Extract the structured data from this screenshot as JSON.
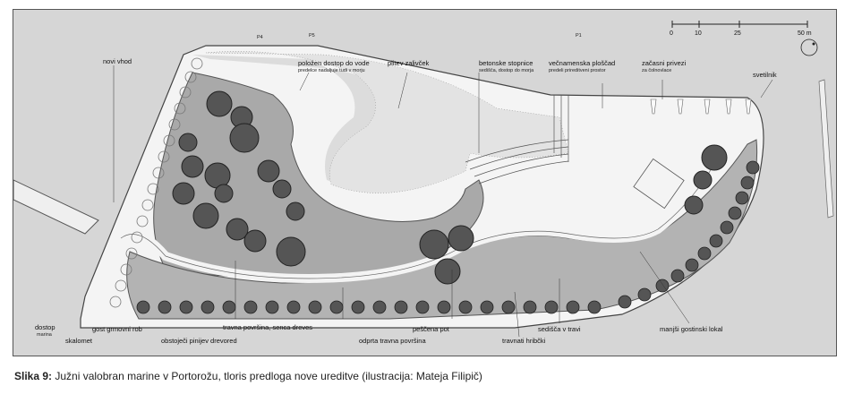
{
  "figure": {
    "labels": {
      "novi_vhod": "novi vhod",
      "polozen_dostop": "položen dostop do vode",
      "polozen_dostop_sub": "predelce nadaljuje tudi v morju",
      "pitev_zalivcek": "plitev zalivček",
      "betonske_stopnice": "betonske stopnice",
      "betonske_stopnice_sub": "sedišča, dostop do morja",
      "vecnamenska_ploscad": "večnamenska ploščad",
      "vecnamenska_ploscad_sub": "predeli prireditveni prostor",
      "zacasni_privezi": "začasni privezi",
      "zacasni_privezi_sub": "za čolnovlace",
      "svetilnik": "svetilnik",
      "dostop_marina": "dostop",
      "dostop_marina_sub": "marina",
      "gost_grmovni_rob": "gost grmovni rob",
      "skalomet": "skalomet",
      "obstojeci_piniji": "obstoječi pinijev drevored",
      "travna_povrsina": "travna površina, senca dreves",
      "odprta_travna": "odprta travna površina",
      "pescena_pot": "peščena pot",
      "travnati_hribcki": "travnati hribčki",
      "sedisca_v_travi": "sedišča v travi",
      "manjsi_gostinski": "manjši gostinski lokal"
    },
    "scale": {
      "ticks": [
        "0",
        "10",
        "25",
        "50 m"
      ]
    },
    "north_marks": [
      "P4",
      "P5",
      "P1"
    ]
  },
  "caption": {
    "label": "Slika 9:",
    "text": " Južni valobran marine v Portorožu, tloris predloga nove ureditve (ilustracija: Mateja Filipič)"
  }
}
